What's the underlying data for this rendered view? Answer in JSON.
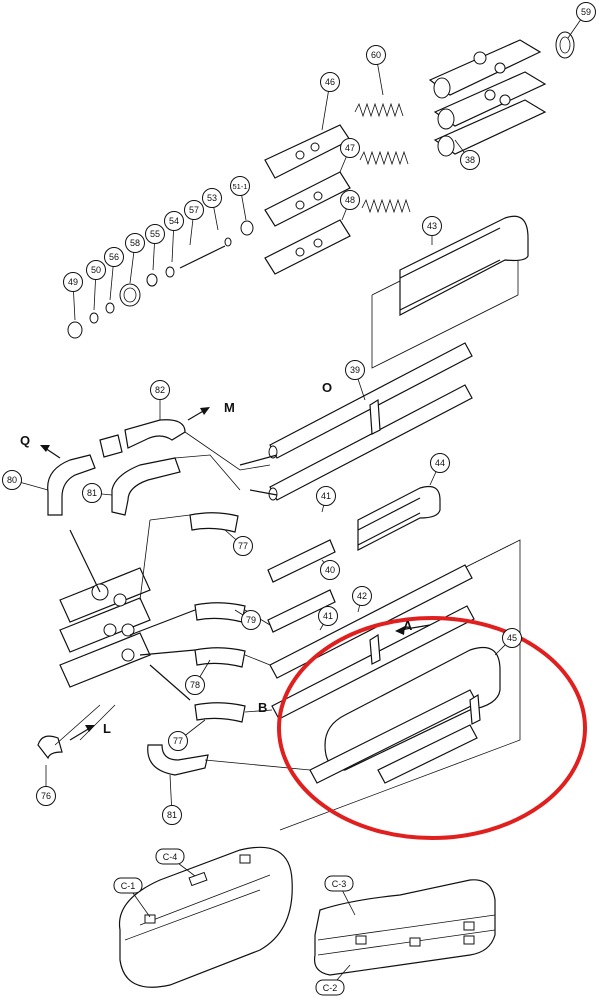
{
  "diagram": {
    "part_numbers": {
      "p59": "59",
      "p60": "60",
      "p46": "46",
      "p47": "47",
      "p48": "48",
      "p38": "38",
      "p57": "57",
      "p53": "53",
      "p51_1": "51-1",
      "p58": "58",
      "p55": "55",
      "p54": "54",
      "p56": "56",
      "p50": "50",
      "p49": "49",
      "p43": "43",
      "p39": "39",
      "p82": "82",
      "p80": "80",
      "p81a": "81",
      "p77a": "77",
      "p41a": "41",
      "p44": "44",
      "p40": "40",
      "p79": "79",
      "p41b": "41",
      "p42": "42",
      "p45": "45",
      "p78": "78",
      "p77b": "77",
      "p76": "76",
      "p81b": "81"
    },
    "letters": {
      "O": "O",
      "M": "M",
      "Q": "Q",
      "A": "A",
      "B": "B",
      "L": "L"
    },
    "case_labels": {
      "c1": "C-1",
      "c4": "C-4",
      "c3": "C-3",
      "c2": "C-2"
    },
    "highlight_color": "#e0201e",
    "line_color": "#111111"
  }
}
